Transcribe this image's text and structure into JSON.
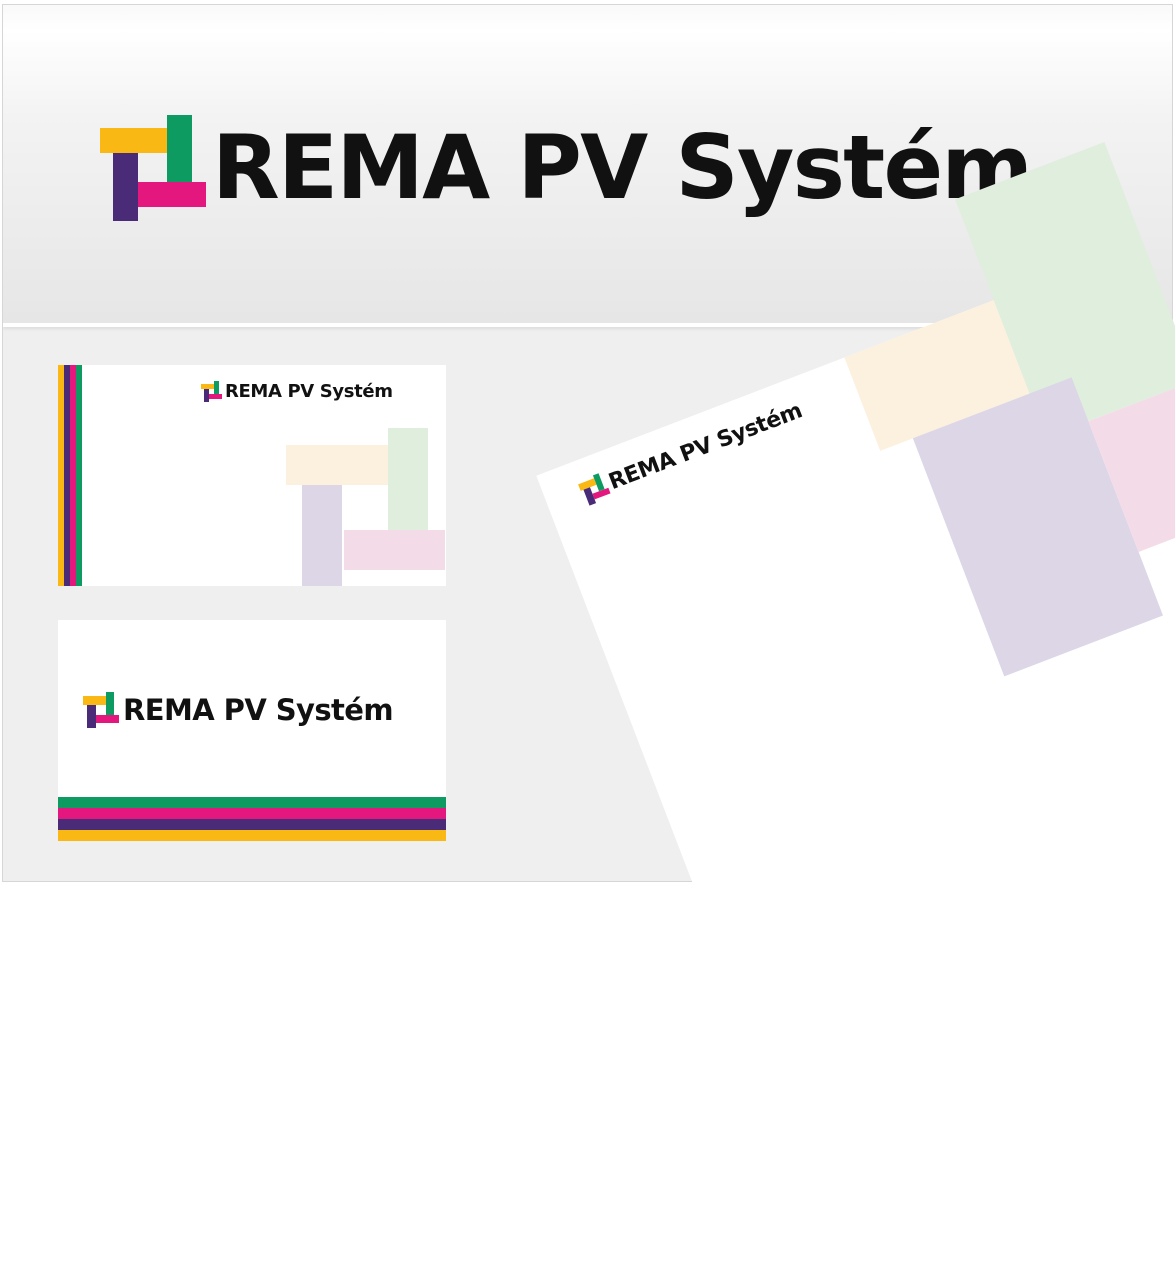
{
  "brand": {
    "name": "REMA PV Systém",
    "colors": {
      "yellow": "#f9b814",
      "green": "#0d9b62",
      "purple": "#4a2b78",
      "magenta": "#e3177e"
    }
  },
  "header": {
    "logo_text": "REMA PV Systém"
  },
  "card_front": {
    "logo_text": "REMA PV Systém"
  },
  "card_back": {
    "logo_text": "REMA PV Systém"
  },
  "letterhead": {
    "logo_text": "REMA PV Systém"
  },
  "icons": [
    "rema-logo-mark-icon"
  ]
}
